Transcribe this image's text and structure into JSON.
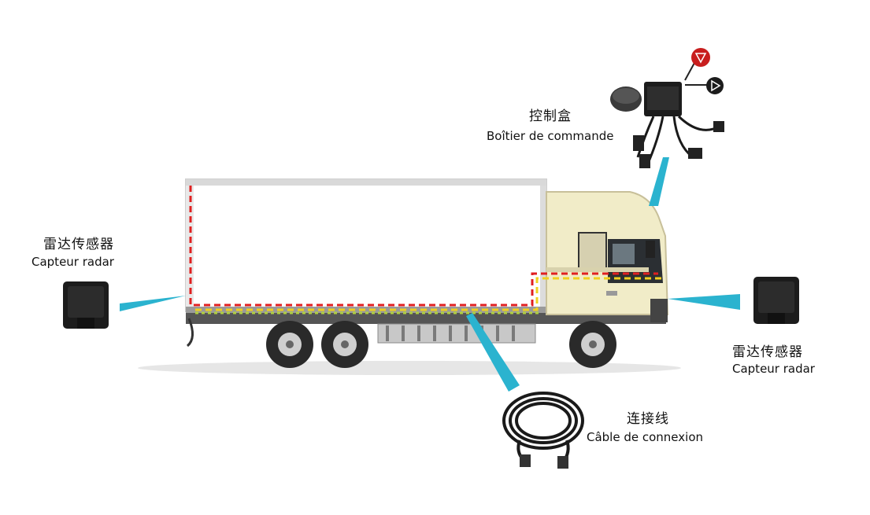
{
  "components": {
    "control_box": {
      "label_zh": "控制盒",
      "label_fr": "Boîtier de commande"
    },
    "rear_sensor": {
      "label_zh": "雷达传感器",
      "label_fr": "Capteur radar"
    },
    "front_sensor": {
      "label_zh": "雷达传感器",
      "label_fr": "Capteur radar"
    },
    "cable": {
      "label_zh": "连接线",
      "label_fr": "Câble de connexion"
    }
  },
  "colors": {
    "pointer": "#2bb3cf",
    "wire_red": "#e02020",
    "wire_yellow": "#f0d020",
    "cab": "#f1ecc8",
    "box_body": "#ffffff"
  }
}
